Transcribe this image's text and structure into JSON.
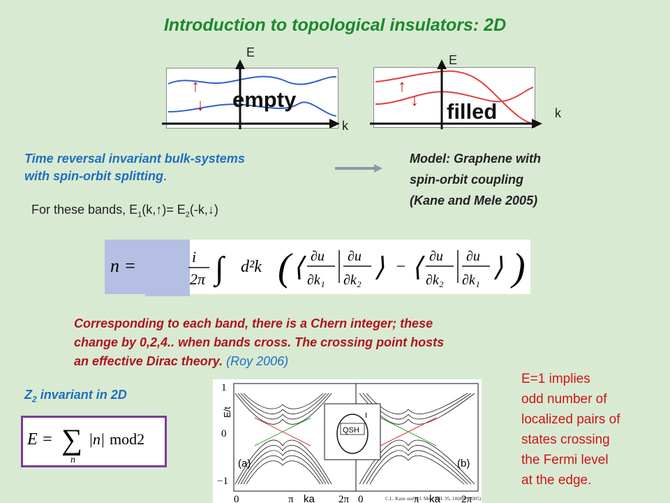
{
  "title": "Introduction to topological insulators: 2D",
  "band_plots": {
    "left": {
      "e_label": "E",
      "k_label": "k",
      "word": "empty"
    },
    "right": {
      "e_label": "E",
      "k_label": "k",
      "word": "filled"
    }
  },
  "bulk_text": {
    "line1": "Time reversal invariant bulk-systems",
    "line2": "with spin-orbit splitting",
    "period": "."
  },
  "bands_relation": {
    "prefix": "For these bands, E",
    "sub1": "1",
    "mid": "(k,",
    "up": "↑",
    "mid2": ")= E",
    "sub2": "2",
    "mid3": "(-k,",
    "down": "↓",
    "suffix": ")"
  },
  "model_text": {
    "line1": "Model: Graphene with",
    "line2": "spin-orbit coupling",
    "line3": "(Kane and Mele 2005)"
  },
  "chern_text": {
    "line1": "Corresponding to each band,  there is a Chern integer; these",
    "line2": "change by 0,2,4.. when bands cross. The crossing point hosts",
    "line3": "an effective Dirac theory.",
    "cite": "(Roy 2006)"
  },
  "z2_label": {
    "Z": "Z",
    "sub": "2",
    "rest": " invariant in 2D"
  },
  "e_note": {
    "lines": [
      "E=1 implies",
      "odd number of",
      "localized pairs of",
      "states crossing",
      "the Fermi level",
      "at the edge."
    ]
  },
  "paper_plot": {
    "ylabel": "E/t",
    "yticks": [
      "1",
      "0",
      "−1"
    ],
    "xticks_a": [
      "0",
      "π",
      "ka",
      "2π"
    ],
    "xticks_b": [
      "0",
      "π",
      "ka",
      "2π"
    ],
    "panel_a": "(a)",
    "panel_b": "(b)",
    "inset_qsh": "QSH",
    "inset_i": "I",
    "citation": "C.L. Kane and E.J. Mele  PRL 95, 146802 (2005)"
  },
  "colors": {
    "title": "#1a8a2a",
    "blue": "#1e6fbf",
    "red": "#b0141e",
    "background": "#d9ead3",
    "formula_bg": "#b4bfe3",
    "z2_border": "#7a3c9a"
  }
}
